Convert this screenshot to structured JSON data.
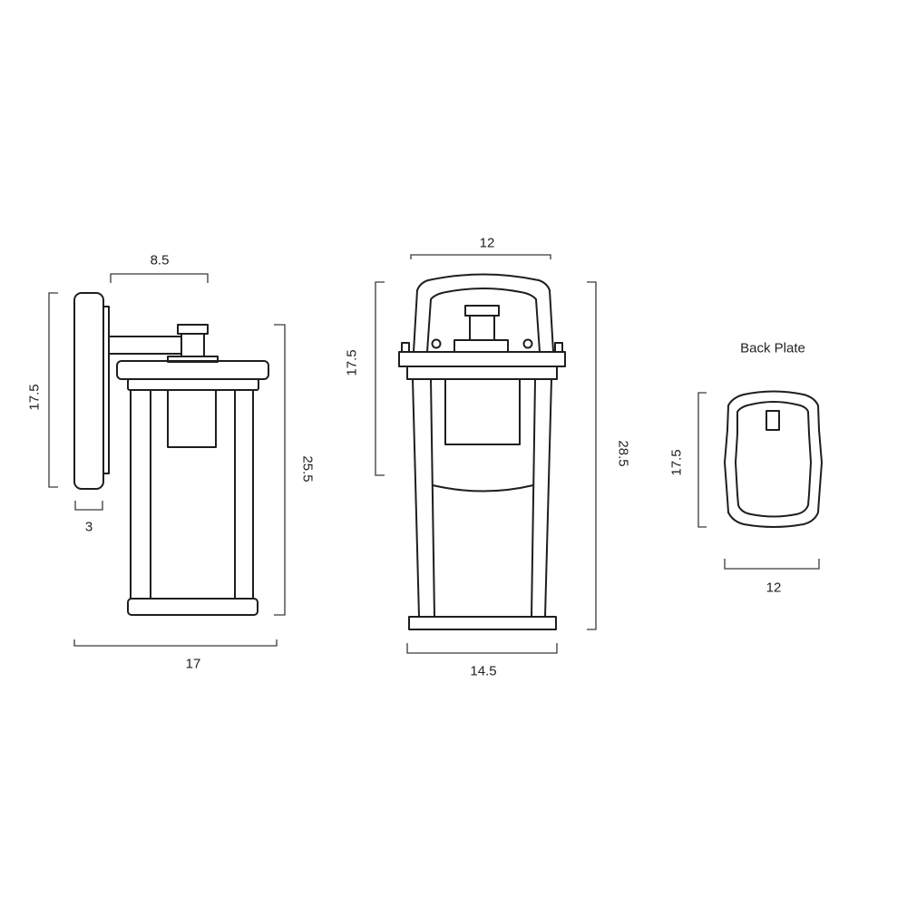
{
  "drawing": {
    "views": [
      {
        "id": "side-view",
        "dimensions": {
          "arm_length": "8.5",
          "back_plate_height": "17.5",
          "back_plate_depth": "3",
          "total_height": "25.5",
          "total_projection": "17"
        }
      },
      {
        "id": "front-view",
        "dimensions": {
          "top_width": "12",
          "upper_height": "17.5",
          "total_height": "28.5",
          "base_width": "14.5"
        }
      },
      {
        "id": "back-plate-view",
        "title": "Back Plate",
        "dimensions": {
          "height": "17.5",
          "width": "12"
        }
      }
    ],
    "colors": {
      "line": "#1e1e1e",
      "dimension_line": "#3a3a3a",
      "background": "#ffffff"
    }
  }
}
